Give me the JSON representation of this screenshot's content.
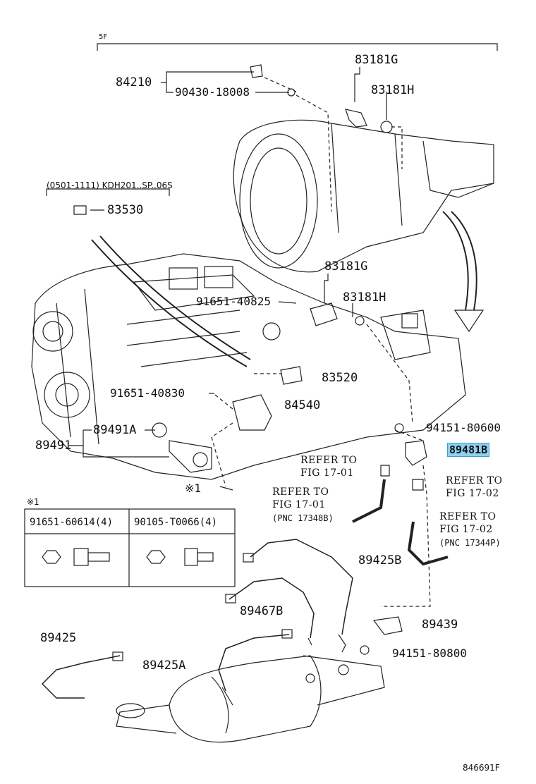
{
  "section": {
    "label": "5F"
  },
  "callouts": {
    "p84210": "84210",
    "p90430": "90430-18008",
    "p83181g_top": "83181G",
    "p83181h_top": "83181H",
    "variant_note": "(0501-1111) KDH201..SP..06S",
    "p83530": "83530",
    "p83181g_mid": "83181G",
    "p91651_40825": "91651-40825",
    "p83181h_mid": "83181H",
    "p83520": "83520",
    "p91651_40830": "91651-40830",
    "p84540": "84540",
    "p89491a": "89491A",
    "p89491": "89491",
    "p94151_80600": "94151-80600",
    "p89481b": "89481B",
    "star1": "※1",
    "p89425b": "89425B",
    "p89467b": "89467B",
    "p89439": "89439",
    "p89425": "89425",
    "p89425a": "89425A",
    "p94151_80800": "94151-80800"
  },
  "references": {
    "r1_line1": "REFER TO",
    "r1_line2": "FIG 17-01",
    "r2_line1": "REFER TO",
    "r2_line2": "FIG 17-02",
    "r3_line1": "REFER TO",
    "r3_line2": "FIG 17-01",
    "r3_pnc": "(PNC 17348B)",
    "r4_line1": "REFER TO",
    "r4_line2": "FIG 17-02",
    "r4_pnc": "(PNC 17344P)"
  },
  "fastener_table": {
    "mark": "※1",
    "columns": [
      "91651-60614(4)",
      "90105-T0066(4)"
    ]
  },
  "diagram_code": "846691F",
  "highlight_color": "#8fd0ee"
}
